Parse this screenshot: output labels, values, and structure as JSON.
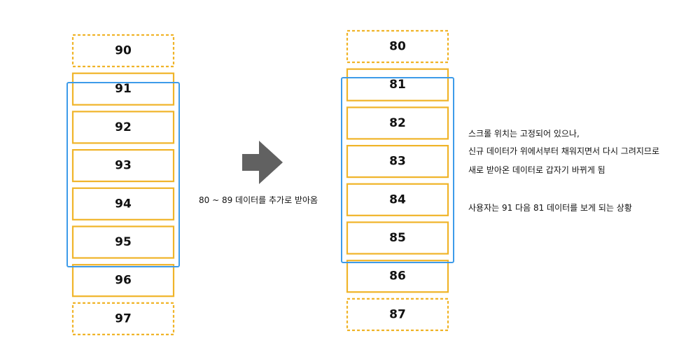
{
  "left_column": {
    "items": [
      {
        "label": "90",
        "style": "dashed"
      },
      {
        "label": "91",
        "style": "solid"
      },
      {
        "label": "92",
        "style": "solid"
      },
      {
        "label": "93",
        "style": "solid"
      },
      {
        "label": "94",
        "style": "solid"
      },
      {
        "label": "95",
        "style": "solid"
      },
      {
        "label": "96",
        "style": "solid"
      },
      {
        "label": "97",
        "style": "dashed"
      }
    ],
    "viewport_rows": [
      "91",
      "95"
    ]
  },
  "right_column": {
    "items": [
      {
        "label": "80",
        "style": "dashed"
      },
      {
        "label": "81",
        "style": "solid"
      },
      {
        "label": "82",
        "style": "solid"
      },
      {
        "label": "83",
        "style": "solid"
      },
      {
        "label": "84",
        "style": "solid"
      },
      {
        "label": "85",
        "style": "solid"
      },
      {
        "label": "86",
        "style": "solid"
      },
      {
        "label": "87",
        "style": "dashed"
      }
    ],
    "viewport_rows": [
      "81",
      "85"
    ]
  },
  "arrow": {
    "icon": "right-arrow-icon",
    "caption": "80 ~ 89 데이터를 추가로 받아옴"
  },
  "notes": {
    "line1": "스크롤 위치는 고정되어 있으나,",
    "line2": "신규 데이터가 위에서부터 채워지면서 다시 그려지므로",
    "line3": "새로 받아온 데이터로 갑자기 바뀌게 됨",
    "line4": "사용자는 91 다음 81 데이터를 보게 되는 상황"
  },
  "colors": {
    "item_border": "#f0b429",
    "viewport_border": "#3d9be9",
    "arrow_fill": "#616161",
    "text": "#111111"
  }
}
